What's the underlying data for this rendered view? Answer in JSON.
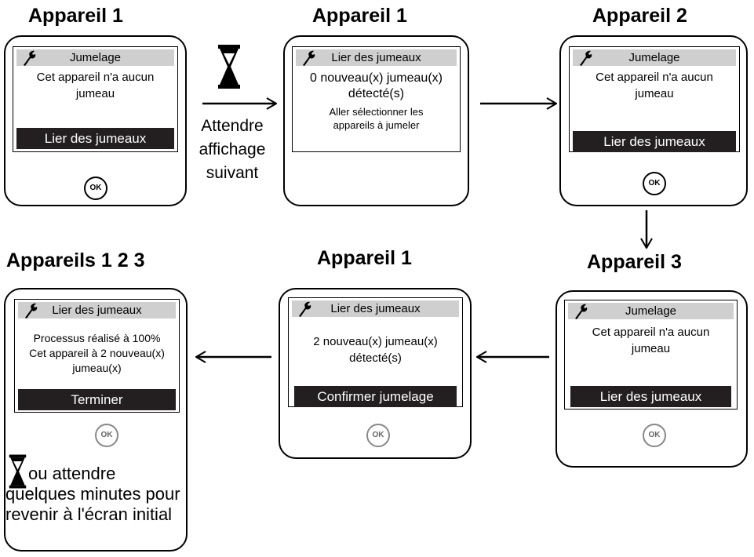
{
  "steps": {
    "s1": {
      "heading": "Appareil 1",
      "header": "Jumelage",
      "message_lines": [
        "Cet appareil n'a aucun",
        "jumeau"
      ],
      "action": "Lier des jumeaux",
      "ok": "OK"
    },
    "s2": {
      "heading": "Appareil 1",
      "header": "Lier des jumeaux",
      "message_lines": [
        "0 nouveau(x) jumeau(x)",
        "détecté(s)"
      ],
      "sub_lines": [
        "Aller sélectionner les",
        "appareils à jumeler"
      ]
    },
    "s3": {
      "heading": "Appareil 2",
      "header": "Jumelage",
      "message_lines": [
        "Cet appareil n'a aucun",
        "jumeau"
      ],
      "action": "Lier des jumeaux",
      "ok": "OK"
    },
    "s4": {
      "heading": "Appareil 3",
      "header": "Jumelage",
      "message_lines": [
        "Cet appareil n'a aucun",
        "jumeau"
      ],
      "action": "Lier des jumeaux",
      "ok": "OK"
    },
    "s5": {
      "heading": "Appareil 1",
      "header": "Lier des jumeaux",
      "message_lines": [
        "2 nouveau(x) jumeau(x)",
        "détecté(s)"
      ],
      "action": "Confirmer jumelage",
      "ok": "OK"
    },
    "s6": {
      "heading": "Appareils 1 2 3",
      "header": "Lier des jumeaux",
      "message_lines": [
        "Processus réalisé à 100%",
        "Cet appareil à 2 nouveau(x)",
        "jumeau(x)"
      ],
      "action": "Terminer",
      "ok": "OK"
    }
  },
  "wait_label_lines": [
    "Attendre",
    "affichage",
    "suivant"
  ],
  "final_note_lines": [
    "ou attendre",
    "quelques minutes pour",
    "revenir à l'écran initial"
  ],
  "colors": {
    "action_bar": "#231f20",
    "header_bar": "#cfcfcf"
  }
}
